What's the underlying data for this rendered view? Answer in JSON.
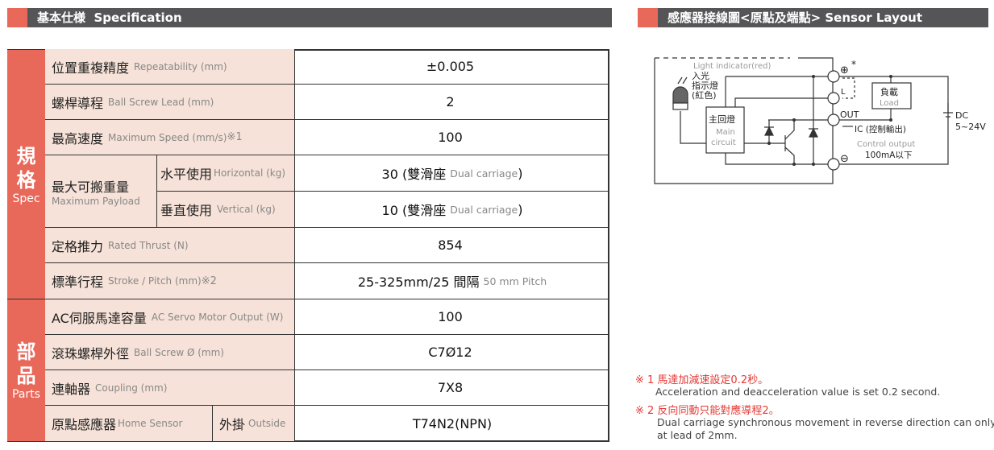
{
  "spec_header": {
    "zh": "基本仕様",
    "en": "Specification"
  },
  "sensor_header": {
    "title": "感應器接線圖<原點及端點> Sensor Layout"
  },
  "groups": {
    "spec": {
      "zh1": "規",
      "zh2": "格",
      "en": "Spec"
    },
    "parts": {
      "zh1": "部",
      "zh2": "品",
      "en": "Parts"
    }
  },
  "rows": [
    {
      "zh": "位置重複精度",
      "en": "Repeatability (mm)",
      "value": "±0.005"
    },
    {
      "zh": "螺桿導程",
      "en": "Ball Screw Lead (mm)",
      "value": "2"
    },
    {
      "zh": "最高速度",
      "en": "Maximum Speed (mm/s)",
      "mark": "※1",
      "value": "100"
    },
    {
      "zh": "定格推力",
      "en": "Rated Thrust (N)",
      "value": "854"
    },
    {
      "zh": "標準行程",
      "en": "Stroke / Pitch (mm)",
      "mark": "※2",
      "value": "25-325mm/25 間隔",
      "value_en": "50 mm Pitch"
    },
    {
      "zh": "AC伺服馬達容量",
      "en": "AC Servo Motor Output (W)",
      "value": "100"
    },
    {
      "zh": "滾珠螺桿外徑",
      "en": "Ball Screw Ø (mm)",
      "value": "C7Ø12"
    },
    {
      "zh": "連軸器",
      "en": "Coupling (mm)",
      "value": "7X8"
    }
  ],
  "payload": {
    "zh": "最大可搬重量",
    "en": "Maximum Payload",
    "h": {
      "zh": "水平使用",
      "en": "Horizontal (kg)",
      "value": "30 (雙滑座",
      "value_en": "Dual carriage",
      ")": ")"
    },
    "v": {
      "zh": "垂直使用",
      "en": "Vertical (kg)",
      "value": "10 (雙滑座",
      "value_en": "Dual carriage"
    },
    "close": ")"
  },
  "home": {
    "zh": "原點感應器",
    "en": "Home Sensor",
    "sub_zh": "外掛",
    "sub_en": "Outside",
    "value": "T74N2(NPN)"
  },
  "diagram": {
    "light_en": "Light indicator(red)",
    "light_zh1": "入光",
    "light_zh2": "指示燈",
    "light_zh3": "(紅色)",
    "plus": "⊕",
    "star": "*",
    "l": "L",
    "minus": "⊖",
    "out": "OUT",
    "load_zh": "負載",
    "load_en": "Load",
    "main_zh": "主回燈",
    "main_en1": "Main",
    "main_en2": "circuit",
    "ic": "IC (控制輸出)",
    "ctrl_en": "Control output",
    "ctrl_max": "100mA以下",
    "dc": "DC",
    "volt": "5~24V"
  },
  "notes": [
    {
      "mark": "※ 1 馬達加減速設定0.2秒。",
      "en": "Acceleration and deacceleration value is set 0.2 second."
    },
    {
      "mark": "※ 2 反向同動只能對應導程2。",
      "en1": "Dual carriage synchronous movement in reverse direction can only fit",
      "en2": "at lead of 2mm."
    }
  ],
  "colors": {
    "accent": "#e8685a",
    "header": "#555557",
    "label_bg": "#f6e2d8",
    "note": "#e53935"
  }
}
